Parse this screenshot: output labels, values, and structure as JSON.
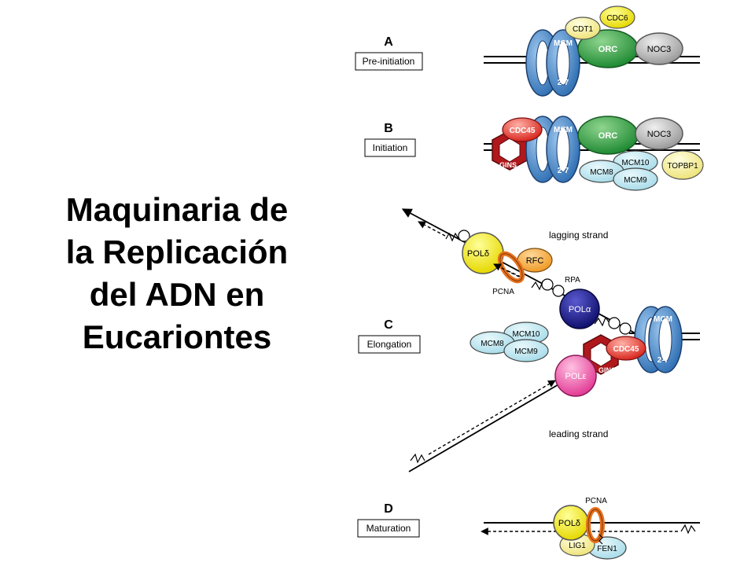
{
  "title_lines": [
    "Maquinaria de",
    "la Replicación",
    "del ADN en",
    "Eucariontes"
  ],
  "panels": {
    "a": {
      "letter": "A",
      "label": "Pre-initiation"
    },
    "b": {
      "letter": "B",
      "label": "Initiation"
    },
    "c": {
      "letter": "C",
      "label": "Elongation"
    },
    "d": {
      "letter": "D",
      "label": "Maturation"
    }
  },
  "proteins": {
    "mcm_top": "MCM",
    "mcm_bottom": "2-7",
    "orc": "ORC",
    "noc3": "NOC3",
    "cdt1": "CDT1",
    "cdc6": "CDC6",
    "cdc45": "CDC45",
    "gins": "GINS",
    "mcm10": "MCM10",
    "mcm8": "MCM8",
    "mcm9": "MCM9",
    "topbp1": "TOPBP1",
    "pol_delta": "POLδ",
    "pol_alpha": "POLα",
    "pol_epsilon": "POLε",
    "rfc": "RFC",
    "pcna": "PCNA",
    "rpa": "RPA",
    "lig1": "LIG1",
    "fen1": "FEN1"
  },
  "strand_labels": {
    "lagging": "lagging strand",
    "leading": "leading strand"
  },
  "colors": {
    "mcm": "#3f7fc0",
    "orc": "#2e9a3e",
    "noc3": "#b0b0b0",
    "yellow": "#f5f099",
    "cdc45": "#e84a3c",
    "gins": "#b0181c",
    "light_blue": "#bfe6ef",
    "pol_delta": "#f2e620",
    "pol_alpha": "#1a1a8c",
    "pol_epsilon": "#ec4fa3",
    "rfc": "#f3a23a",
    "pcna": "#e8701c"
  }
}
